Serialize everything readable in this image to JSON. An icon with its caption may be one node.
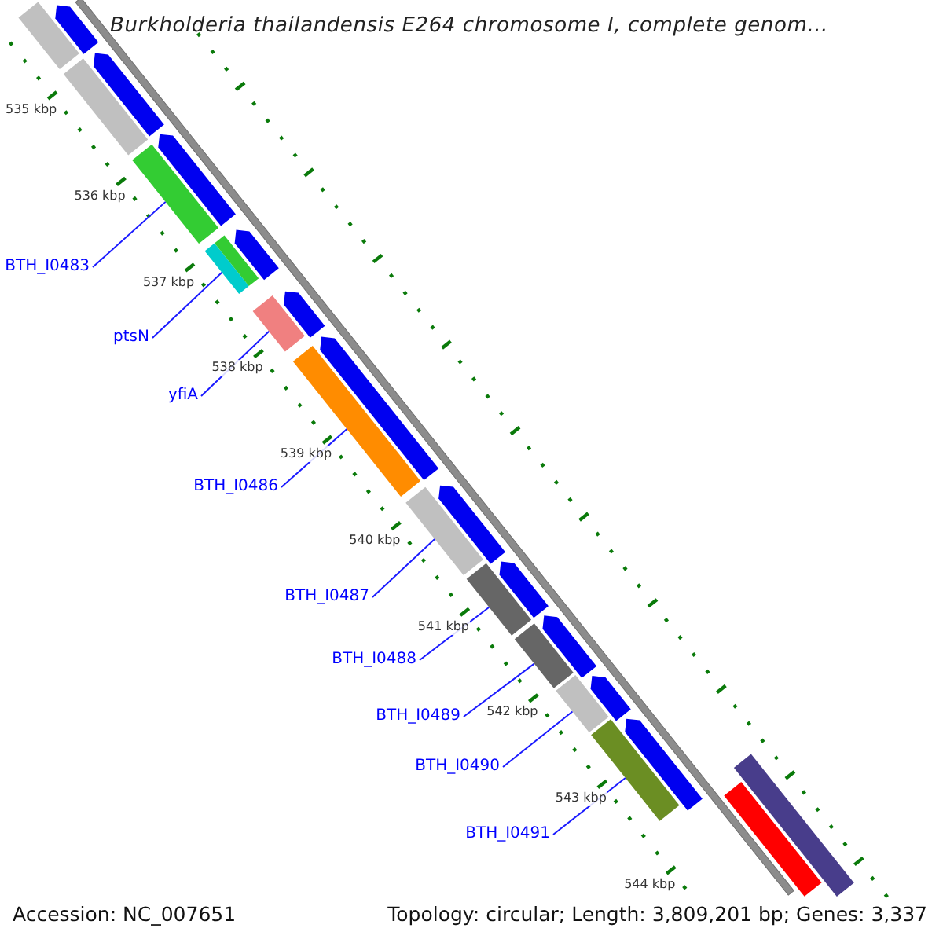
{
  "diagram": {
    "title": "Burkholderia thailandensis E264 chromosome I, complete genom...",
    "nodes": [
      {
        "text": [
          "BTH_I0483"
        ]
      },
      {
        "text": [
          "ptsN"
        ]
      },
      {
        "text": [
          "yfiA"
        ]
      },
      {
        "text": [
          "BTH_I0486"
        ]
      },
      {
        "text": [
          "BTH_I0487"
        ]
      },
      {
        "text": [
          "BTH_I0488"
        ]
      },
      {
        "text": [
          "BTH_I0489"
        ]
      },
      {
        "text": [
          "BTH_I0490"
        ]
      },
      {
        "text": [
          "BTH_I0491"
        ]
      },
      {
        "text": [],
        "shape": "bar"
      },
      {
        "text": [],
        "shape": "pentagon"
      },
      {
        "text": [],
        "shape": "bar"
      },
      {
        "text": [],
        "shape": "pentagon"
      },
      {
        "text": [],
        "shape": "pentagon"
      },
      {
        "text": [],
        "shape": "bar"
      },
      {
        "text": [],
        "shape": "bar"
      },
      {
        "text": [],
        "shape": "bar"
      },
      {
        "text": [],
        "shape": "pentagon"
      },
      {
        "text": [],
        "shape": "bar"
      },
      {
        "text": [],
        "shape": "pentagon"
      },
      {
        "text": [],
        "shape": "pentagon"
      },
      {
        "text": [],
        "shape": "bar"
      },
      {
        "text": [],
        "shape": "bar"
      },
      {
        "text": [],
        "shape": "pentagon"
      },
      {
        "text": [],
        "shape": "bar"
      },
      {
        "text": [],
        "shape": "pentagon"
      },
      {
        "text": [],
        "shape": "bar"
      },
      {
        "text": [],
        "shape": "pentagon"
      },
      {
        "text": [],
        "shape": "bar"
      },
      {
        "text": [],
        "shape": "pentagon"
      },
      {
        "text": [],
        "shape": "bar"
      },
      {
        "text": [],
        "shape": "pentagon"
      },
      {
        "text": [],
        "shape": "bar"
      },
      {
        "text": [],
        "shape": "bar"
      }
    ],
    "edges": [
      {
        "from": 0,
        "to": 14,
        "arrow": "none"
      },
      {
        "from": 1,
        "to": 15,
        "arrow": "none"
      },
      {
        "from": 2,
        "to": 18,
        "arrow": "none"
      },
      {
        "from": 3,
        "to": 21,
        "arrow": "none"
      },
      {
        "from": 4,
        "to": 22,
        "arrow": "none"
      },
      {
        "from": 5,
        "to": 24,
        "arrow": "none"
      },
      {
        "from": 6,
        "to": 26,
        "arrow": "none"
      },
      {
        "from": 7,
        "to": 28,
        "arrow": "none"
      },
      {
        "from": 8,
        "to": 30,
        "arrow": "none"
      }
    ],
    "labels": [
      "535 kbp",
      "536 kbp",
      "537 kbp",
      "538 kbp",
      "539 kbp",
      "540 kbp",
      "541 kbp",
      "542 kbp",
      "543 kbp",
      "544 kbp",
      "Accession: NC_007651",
      "Topology: circular; Length: 3,809,201 bp; Genes: 3,337"
    ]
  }
}
